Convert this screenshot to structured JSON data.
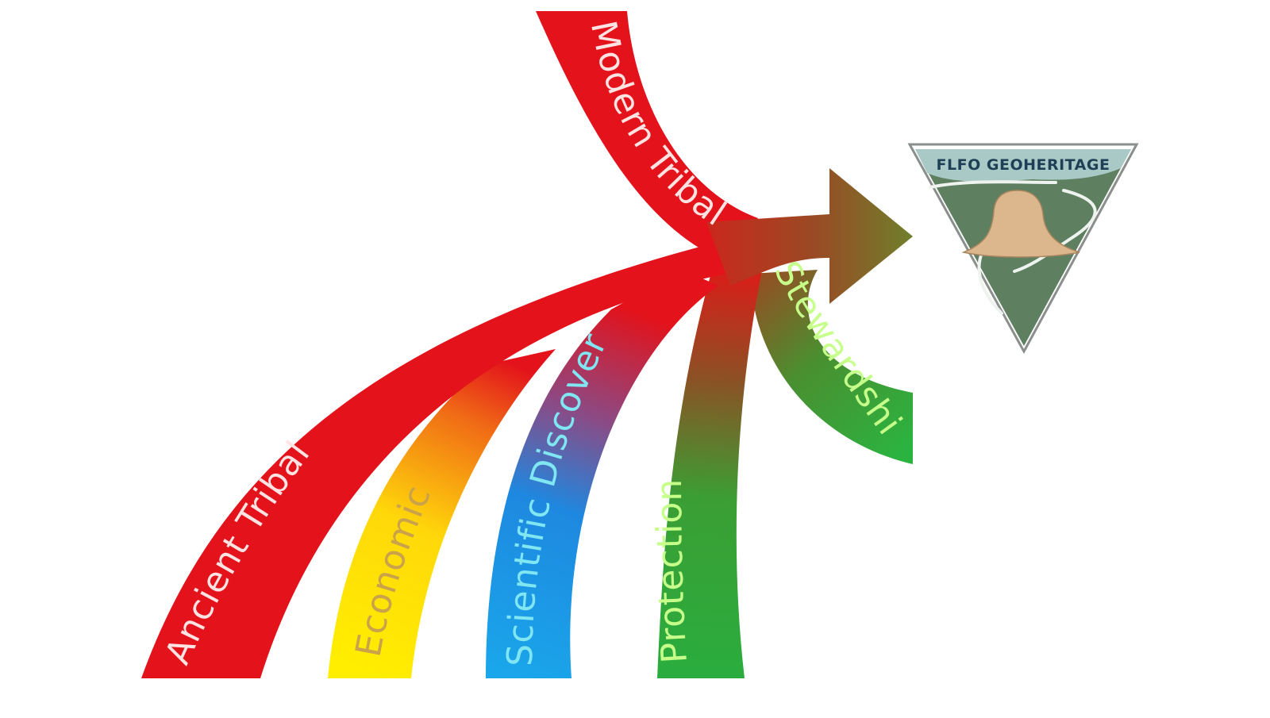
{
  "diagram": {
    "streams": [
      {
        "id": "modern-tribal",
        "label": "Modern Tribal",
        "label_color": "#ffe2e2"
      },
      {
        "id": "ancient-tribal",
        "label": "Ancient Tribal",
        "label_color": "#ffe2e2"
      },
      {
        "id": "economic",
        "label": "Economic",
        "label_color": "#c9a24a"
      },
      {
        "id": "scientific-discovery",
        "label": "Scientific Discovery",
        "label_color": "#7fe6f2"
      },
      {
        "id": "protection",
        "label": "Protection",
        "label_color": "#c6ff8a"
      },
      {
        "id": "stewardship",
        "label": "Stewardship",
        "label_color": "#c6ff8a"
      }
    ],
    "logo": {
      "title": "FLFO GEOHERITAGE",
      "icon": "butte-shield-icon"
    }
  },
  "colors": {
    "red": "#e3121b",
    "yellow": "#ffe60a",
    "blue": "#1e97e6",
    "green": "#2aad3e",
    "arrow_end": "#6f7f2c",
    "logo_green": "#5f7f61",
    "logo_sky": "#a9c9c7",
    "logo_rock": "#dcb78d",
    "logo_title": "#1f3f56"
  }
}
